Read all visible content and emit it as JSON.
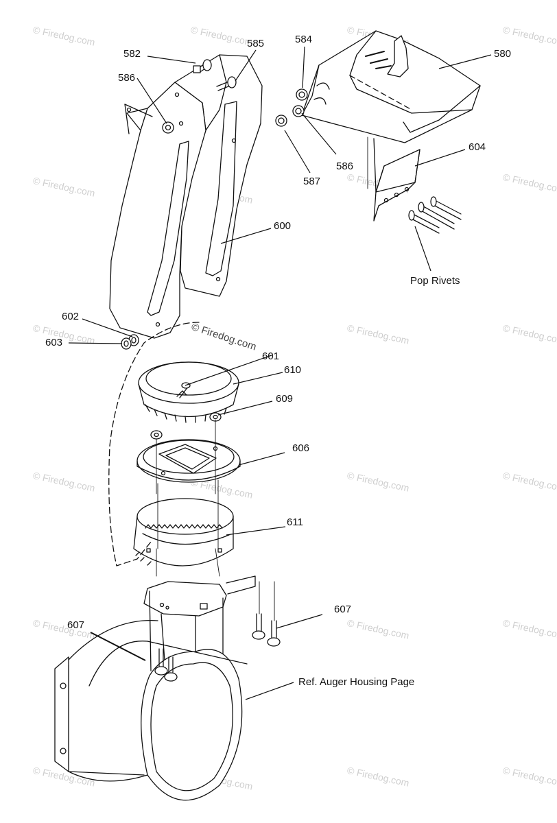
{
  "callouts": {
    "c582": "582",
    "c585": "585",
    "c584": "584",
    "c580": "580",
    "c586a": "586",
    "c586b": "586",
    "c587": "587",
    "c604": "604",
    "c600": "600",
    "c_pop": "Pop Rivets",
    "c602": "602",
    "c603": "603",
    "c601": "601",
    "c610": "610",
    "c609": "609",
    "c606": "606",
    "c611": "611",
    "c607a": "607",
    "c607b": "607",
    "c_ref": "Ref. Auger Housing Page"
  },
  "watermark": {
    "text": "© Firedog.com",
    "center_text": "© Firedog.com"
  }
}
